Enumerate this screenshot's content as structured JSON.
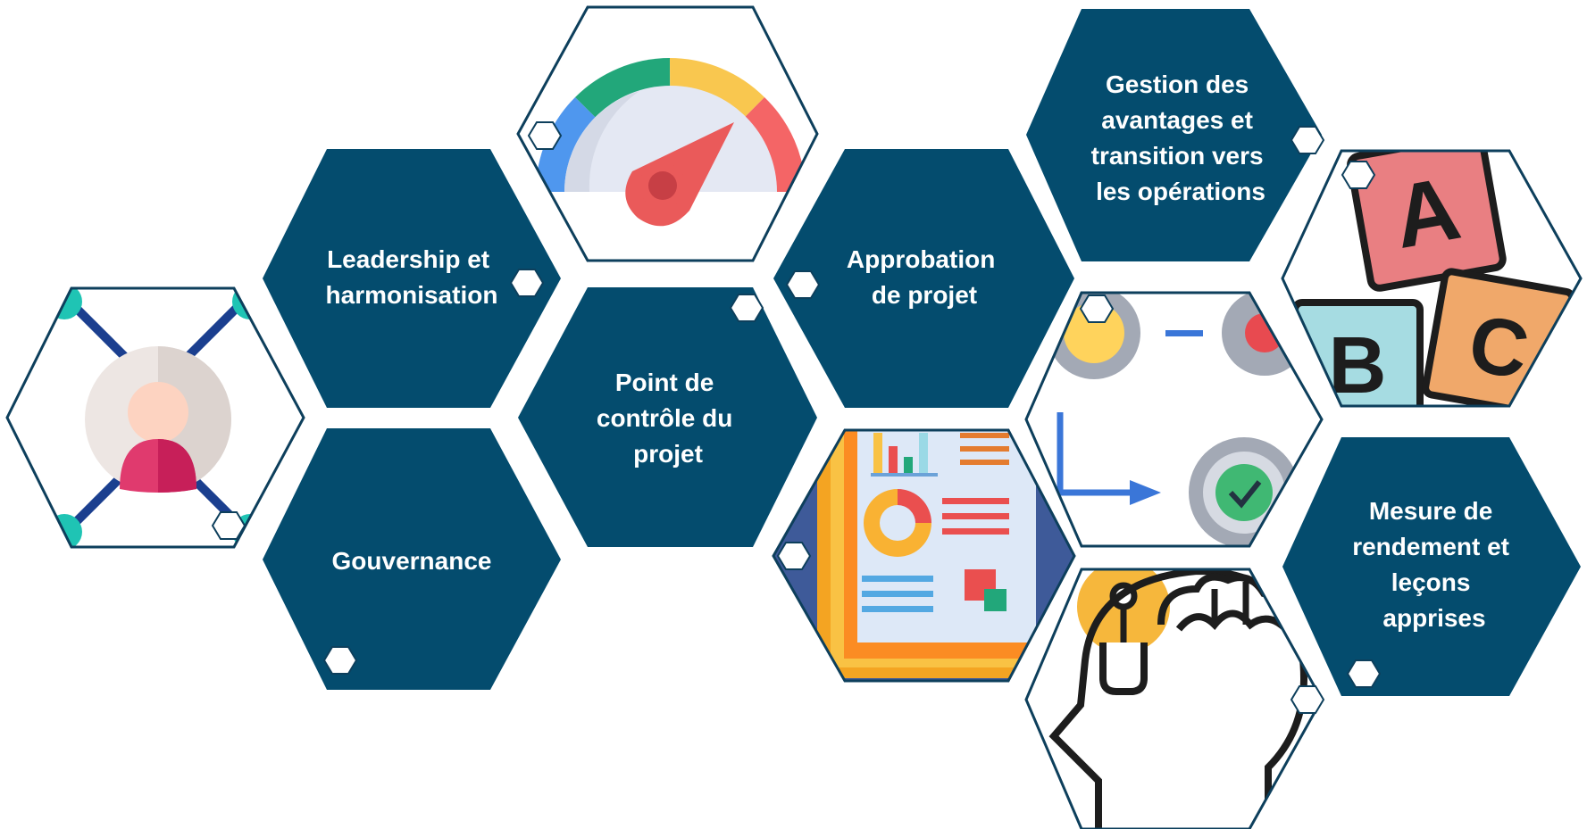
{
  "colors": {
    "hex_fill": "#044c6e",
    "hex_outline": "#0d3f5c",
    "background": "#ffffff"
  },
  "tiles": [
    {
      "id": "leadership",
      "label": "Leadership et harmonisation"
    },
    {
      "id": "gouvernance",
      "label": "Gouvernance"
    },
    {
      "id": "point-controle",
      "label": "Point de contrôle du projet"
    },
    {
      "id": "approbation",
      "label": "Approbation de projet"
    },
    {
      "id": "gestion-avantages",
      "label": "Gestion des avantages et transition vers les opérations"
    },
    {
      "id": "mesure-rendement",
      "label": "Mesure de rendement et leçons apprises"
    }
  ],
  "icons": [
    {
      "id": "network-person",
      "name": "network-person-icon"
    },
    {
      "id": "speedometer",
      "name": "speedometer-icon"
    },
    {
      "id": "report-documents",
      "name": "report-documents-icon"
    },
    {
      "id": "process-gears",
      "name": "process-gears-icon"
    },
    {
      "id": "abc-blocks",
      "name": "abc-blocks-icon"
    },
    {
      "id": "head-brain",
      "name": "head-brain-icon"
    }
  ],
  "abc_letters": {
    "a": "A",
    "b": "B",
    "c": "C"
  }
}
